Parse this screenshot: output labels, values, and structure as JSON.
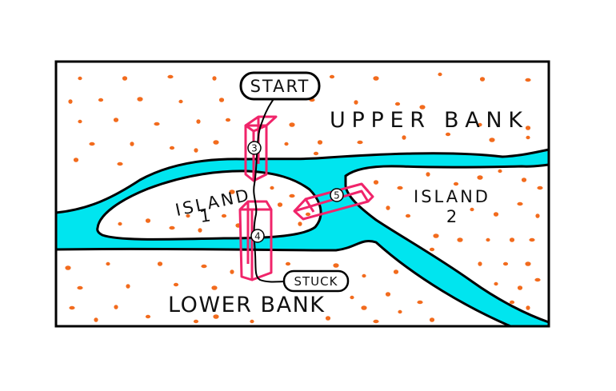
{
  "labels": {
    "start": "START",
    "upper_bank": "UPPER BANK",
    "lower_bank": "LOWER BANK",
    "stuck": "STUCK",
    "island1_line1": "ISLAND",
    "island1_line2": "1",
    "island2_line1": "ISLAND",
    "island2_line2": "2"
  },
  "bridges": [
    {
      "number": "3"
    },
    {
      "number": "4"
    },
    {
      "number": "5"
    }
  ],
  "colors": {
    "water": "#00e5ef",
    "land_dots": "#f26b1d",
    "bridge": "#f0246a",
    "outline": "#000000"
  }
}
